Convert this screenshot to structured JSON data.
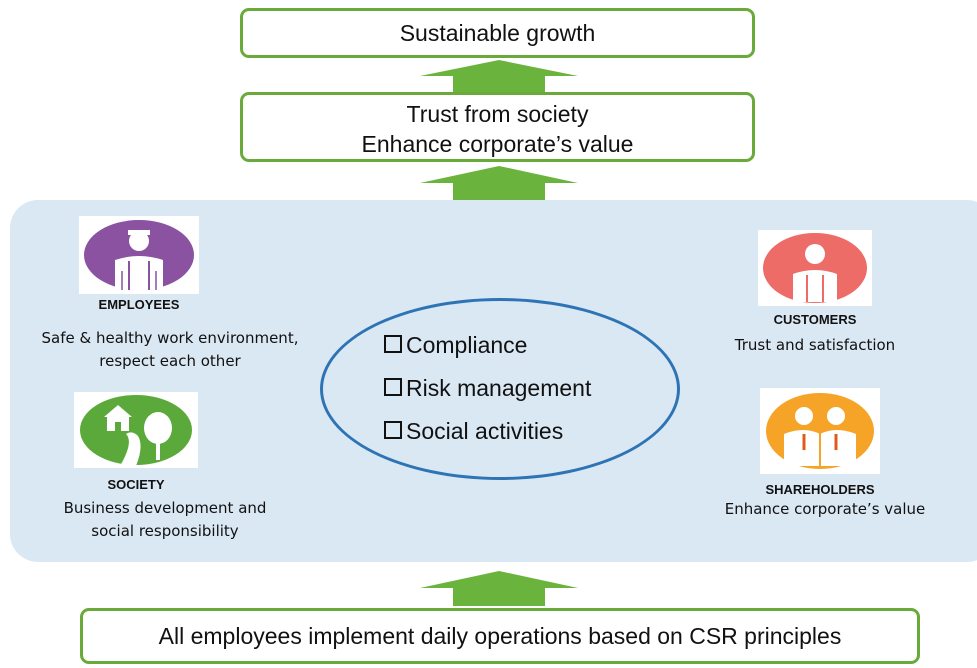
{
  "top": {
    "label": "Sustainable growth"
  },
  "trust": {
    "line1": "Trust from society",
    "line2": "Enhance corporate’s value"
  },
  "bottom": {
    "label": "All employees implement daily operations based on CSR principles"
  },
  "center": {
    "items": [
      "Compliance",
      "Risk management",
      "Social activities"
    ]
  },
  "stakeholders": {
    "employees": {
      "title": "EMPLOYEES",
      "desc1": "Safe & healthy work environment,",
      "desc2": "respect each other",
      "icon": "employee-icon",
      "color": "#8a52a0"
    },
    "society": {
      "title": "SOCIETY",
      "desc1": "Business development and",
      "desc2": "social responsibility",
      "icon": "society-icon",
      "color": "#5ba93a"
    },
    "customers": {
      "title": "CUSTOMERS",
      "desc1": "Trust and satisfaction",
      "icon": "customer-icon",
      "color": "#ee6c68"
    },
    "shareholders": {
      "title": "SHAREHOLDERS",
      "desc1": "Enhance corporate’s value",
      "icon": "shareholders-icon",
      "color": "#f5a428"
    }
  },
  "colors": {
    "box_border": "#6aaa3a",
    "arrow": "#6ab43e",
    "panel": "#dae8f4",
    "ellipse": "#2e74b5"
  }
}
